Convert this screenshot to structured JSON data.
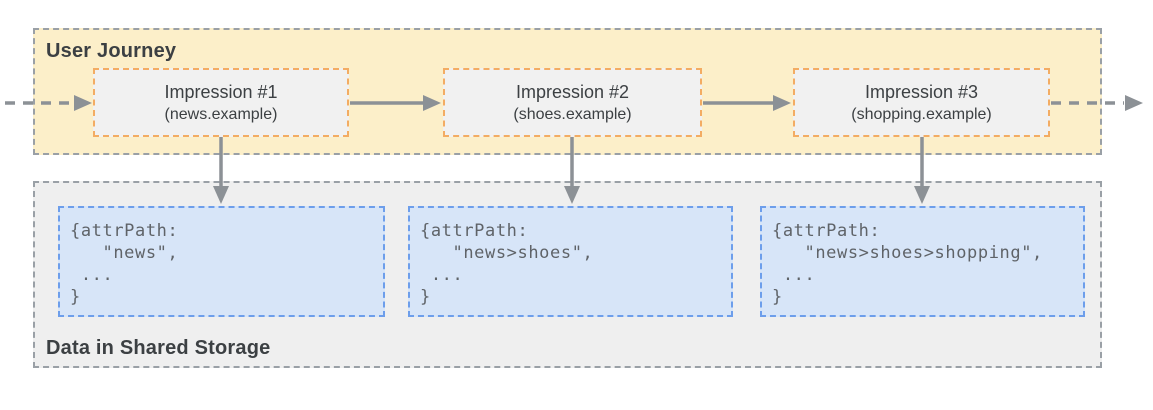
{
  "colors": {
    "journey_bg": "#FCEFC9",
    "journey_border": "#9AA0A6",
    "impression_bg": "#F1F1F1",
    "impression_border": "#F3AC63",
    "storage_bg": "#EFEFEF",
    "storage_border": "#9AA0A6",
    "entry_bg": "#D7E5F8",
    "entry_border": "#6D9EEB",
    "arrow": "#8C9196",
    "text_dark": "#3C4043",
    "code_text": "#5F6368"
  },
  "user_journey": {
    "label": "User Journey",
    "impressions": [
      {
        "title": "Impression #1",
        "subtitle": "(news.example)"
      },
      {
        "title": "Impression #2",
        "subtitle": "(shoes.example)"
      },
      {
        "title": "Impression #3",
        "subtitle": "(shopping.example)"
      }
    ]
  },
  "shared_storage": {
    "label": "Data in Shared Storage",
    "entries": [
      {
        "code": "{attrPath:\n   \"news\",\n ...\n}"
      },
      {
        "code": "{attrPath:\n   \"news>shoes\",\n ...\n}"
      },
      {
        "code": "{attrPath:\n   \"news>shoes>shopping\",\n ...\n}"
      }
    ]
  }
}
